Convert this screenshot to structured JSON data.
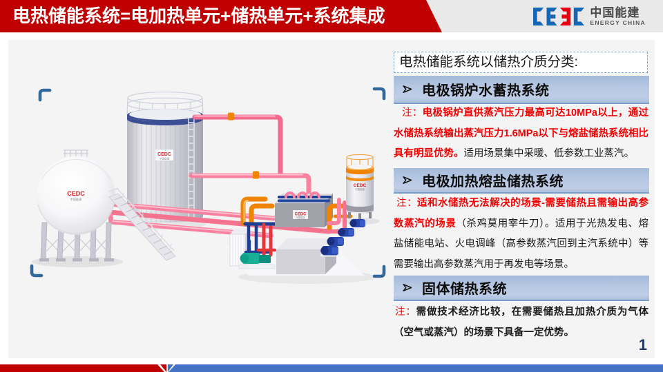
{
  "header": {
    "title": "电热储能系统=电加热单元+储热单元+系统集成",
    "logo": {
      "mark": "CEEC",
      "cn": "中国能建",
      "en": "ENERGY CHINA"
    }
  },
  "panel": {
    "intro": "电热储能系统以储热介质分类:",
    "sections": [
      {
        "heading": "电极锅炉水蓄热系统",
        "note_label": "注：",
        "note_emphasis": "电极锅炉直供蒸汽压力最高可达10MPa以上，通过水储热系统输出蒸汽压力1.6MPa以下与熔盐储热系统相比具有明显优势。",
        "note_rest": "适用场景集中采暖、低参数工业蒸汽。"
      },
      {
        "heading": "电极加热熔盐储热系统",
        "note_label": "注：",
        "note_emphasis": "适和水储热无法解决的场景-需要储热且需输出高参数蒸汽的场景",
        "note_rest": "（杀鸡莫用宰牛刀）。适用于光热发电、熔盐储能电站、火电调峰（高参数蒸汽回到主汽系统中）等需要输出高参数蒸汽用于再发电等场景。"
      },
      {
        "heading": "固体储热系统",
        "note_label": "注：",
        "note_emphasis": "",
        "note_rest": "需做技术经济比较，在需要储热且加热介质为气体（空气或蒸汽）的场景下具备一定优势。"
      }
    ],
    "page_number": "1"
  },
  "illustration": {
    "tank_brand": "CEDC",
    "tank_brand_sub": "中国能建"
  },
  "colors": {
    "header_red": "#c00000",
    "footer_blue": "#4472c4",
    "bar_blue_top": "#a3bbda",
    "bar_blue_bottom": "#abc0de",
    "note_red": "#f20000",
    "page_number_navy": "#203a68",
    "slide_gray": "#f4f4f5",
    "bracket_blue": "#32689c"
  }
}
